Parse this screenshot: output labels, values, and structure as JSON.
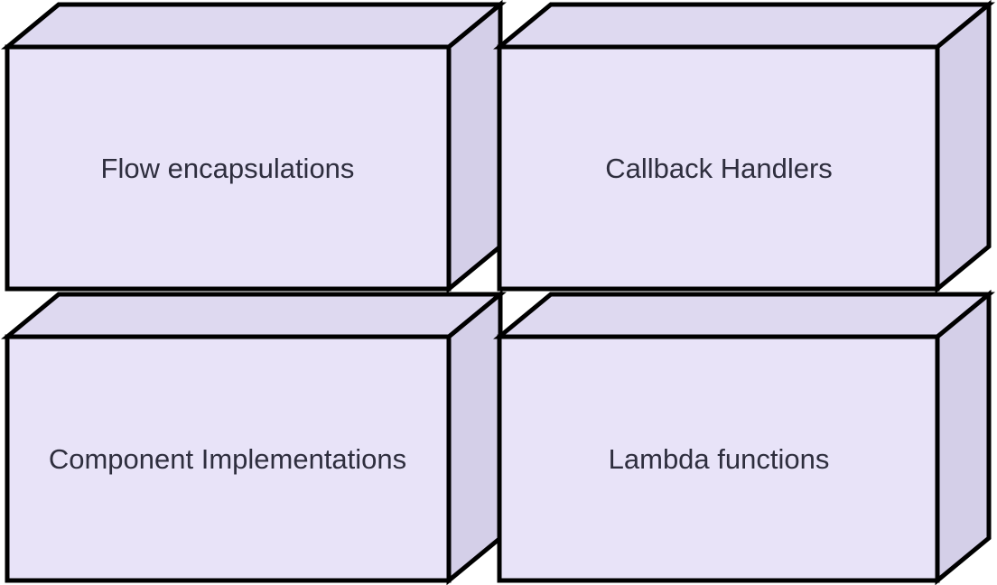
{
  "diagram": {
    "type": "block-diagram",
    "description": "Four 3D cuboid nodes in a 2x2 grid",
    "background": "#ffffff",
    "colors": {
      "front": "#e8e3f8",
      "top": "#ded9f0",
      "right": "#d4cfe8",
      "stroke": "#000000",
      "text": "#2e2e3e"
    },
    "nodes": [
      {
        "label": "Flow encapsulations"
      },
      {
        "label": "Callback Handlers"
      },
      {
        "label": "Component Implementations"
      },
      {
        "label": "Lambda functions"
      }
    ]
  }
}
